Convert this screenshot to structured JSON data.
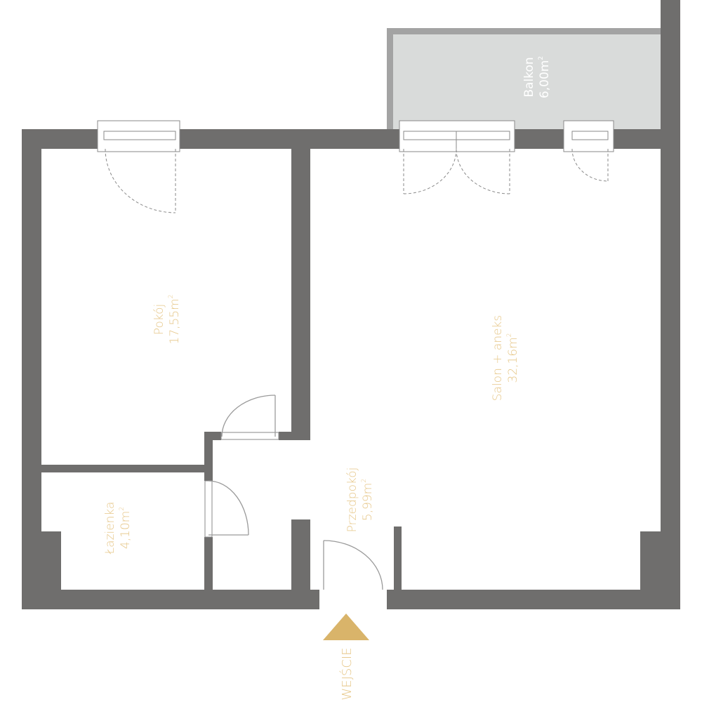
{
  "rooms": {
    "pokoj": {
      "name": "Pokój",
      "area": "17,55m",
      "unit_sup": "2"
    },
    "salon": {
      "name": "Salon + aneks",
      "area": "32,16m",
      "unit_sup": "2"
    },
    "balkon": {
      "name": "Balkon",
      "area": "6,00m",
      "unit_sup": "2"
    },
    "lazienka": {
      "name": "Łazienka",
      "area": "4,10m",
      "unit_sup": "2"
    },
    "przedpokoj": {
      "name": "Przedpokój",
      "area": "5,99m",
      "unit_sup": "2"
    }
  },
  "entrance": {
    "label": "WEJŚCIE"
  },
  "colors": {
    "wall": "#6f6e6d",
    "label": "#e6c687",
    "entrance_arrow": "#d9b46a",
    "balcony": "#d9dbda"
  }
}
